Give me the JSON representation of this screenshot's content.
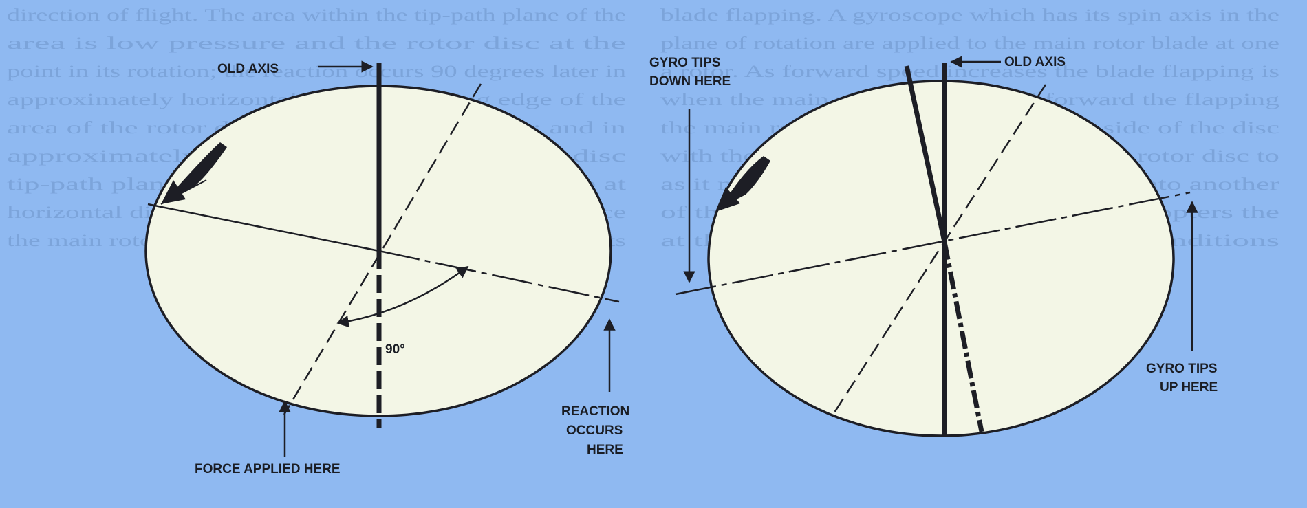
{
  "left_figure": {
    "labels": {
      "old_axis": "OLD AXIS",
      "angle": "90°",
      "force": "FORCE APPLIED HERE",
      "reaction": [
        "REACTION",
        "OCCURS",
        "HERE"
      ]
    }
  },
  "right_figure": {
    "labels": {
      "old_axis": "OLD AXIS",
      "gyro_down": [
        "GYRO TIPS",
        "DOWN HERE"
      ],
      "gyro_up": [
        "GYRO TIPS",
        "UP HERE"
      ]
    }
  },
  "background_text": [
    "direction of flight. The area within the tip-path plane of the",
    "blade flapping. A gyroscope which has its spin axis in the",
    "area is low pressure and the rotor disc at the",
    "plane of rotation are applied to the main rotor blade at one",
    "point in its rotation; the reaction occurs 90 degrees later in",
    "a rotor. As forward speed increases the blade flapping is",
    "approximately horizontal with the leading edge of the",
    "when the main rotor disc is tilted forward the flapping",
    "area of the rotor disc when hovering flight; and in",
    "the main rotor blade at the advancing side of the disc",
    "approximately half of the area of the rotor disc",
    "with the rotation of the blade causes the rotor disc to",
    "tip-path plane of the rotor blades with the blade at",
    "as it moves from a horizontal direction into another",
    "horizontal direction. The direction of the applied force",
    "of the rotating blades, and in most helicopters the",
    "the main rotor is approximately 400 miles per hour at its",
    "at the tip when hovering in still air conditions"
  ]
}
